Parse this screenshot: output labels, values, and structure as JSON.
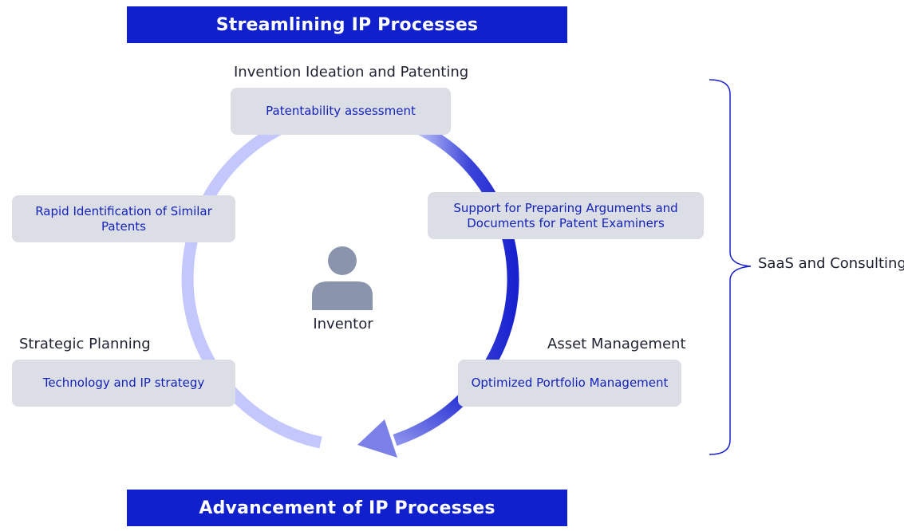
{
  "header": {
    "title": "Streamlining IP Processes"
  },
  "footer": {
    "title": "Advancement of IP Processes"
  },
  "center": {
    "label": "Inventor",
    "icon": "person-icon"
  },
  "stages": {
    "ideation_heading": "Invention Ideation and Patenting",
    "strategic_heading": "Strategic Planning",
    "asset_heading": "Asset Management"
  },
  "boxes": {
    "patentability": "Patentability assessment",
    "arguments": "Support for Preparing Arguments and Documents for Patent Examiners",
    "similar_patents": "Rapid Identification of Similar Patents",
    "technology_strategy": "Technology and IP strategy",
    "portfolio": "Optimized Portfolio Management"
  },
  "brace": {
    "label": "SaaS and Consulting"
  },
  "colors": {
    "banner": "#1020cc",
    "box_fill": "#dcdee6",
    "box_text": "#1523b8",
    "ring_light": "#c3c7fb",
    "ring_dark": "#1a22cf",
    "person": "#8a94ad"
  }
}
